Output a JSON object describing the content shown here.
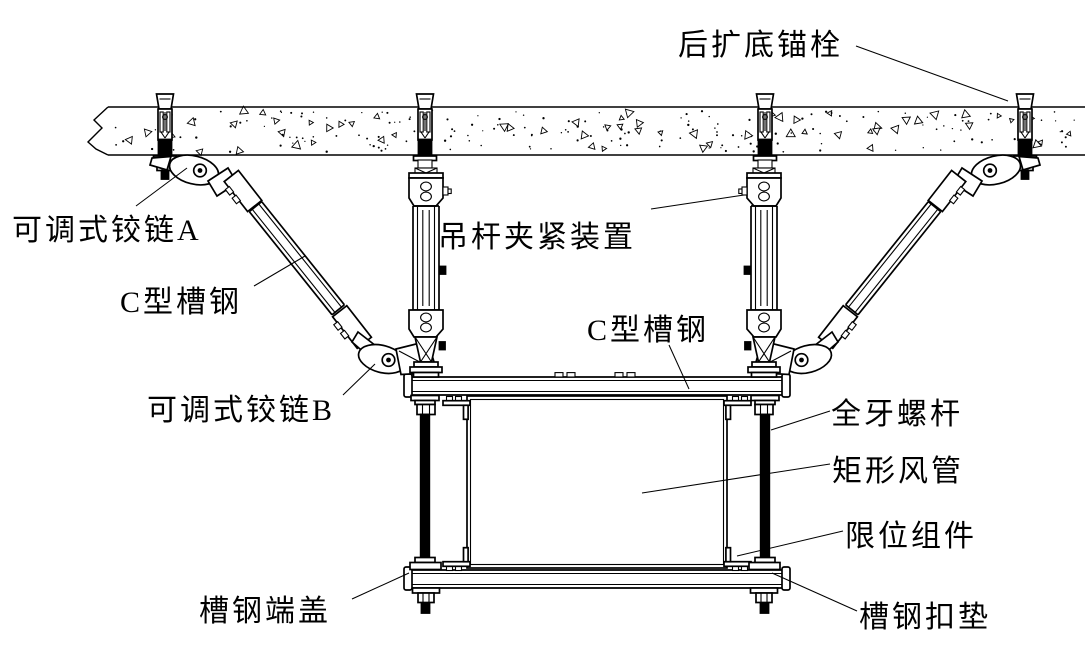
{
  "figure": {
    "type": "technical-line-drawing",
    "description_visible": false,
    "colors": {
      "line": "#000000",
      "background": "#ffffff"
    },
    "labels": {
      "rear_anchor_bolt": "后扩底锚栓",
      "adjustable_hinge_a": "可调式铰链A",
      "c_channel_brace": "C型槽钢",
      "hanger_rod_clamp": "吊杆夹紧装置",
      "c_channel_main": "C型槽钢",
      "adjustable_hinge_b": "可调式铰链B",
      "full_thread_rod": "全牙螺杆",
      "rectangular_duct": "矩形风管",
      "limit_assembly": "限位组件",
      "channel_end_cap": "槽钢端盖",
      "channel_buckle_pad": "槽钢扣垫"
    }
  }
}
